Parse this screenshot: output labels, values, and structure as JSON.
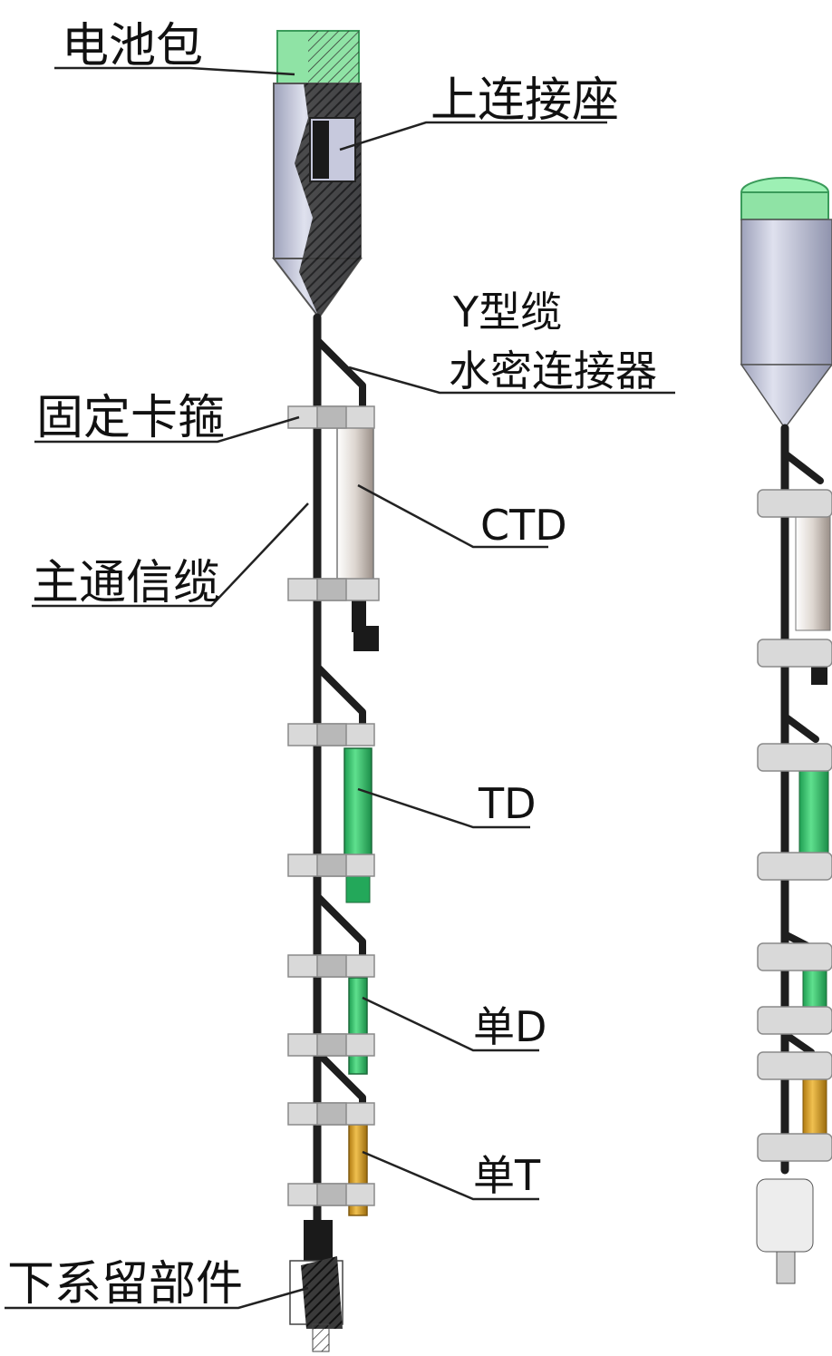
{
  "labels": {
    "battery": "电池包",
    "upper_socket": "上连接座",
    "y_cable_line1": "Y型缆",
    "y_cable_line2": "水密连接器",
    "clamp": "固定卡箍",
    "ctd": "CTD",
    "main_cable": "主通信缆",
    "td": "TD",
    "single_d": "单D",
    "single_t": "单T",
    "lower_mooring": "下系留部件"
  },
  "colors": {
    "battery_green": "#8fe3a5",
    "housing_grey": "#c5c8dc",
    "cable_black": "#1e1e1e",
    "ctd_body": "#d8d2cc",
    "td_green": "#2fc26a",
    "single_d_green": "#3cc04a",
    "single_t_yellow": "#d9a020",
    "clamp_grey": "#d9d9d9"
  }
}
